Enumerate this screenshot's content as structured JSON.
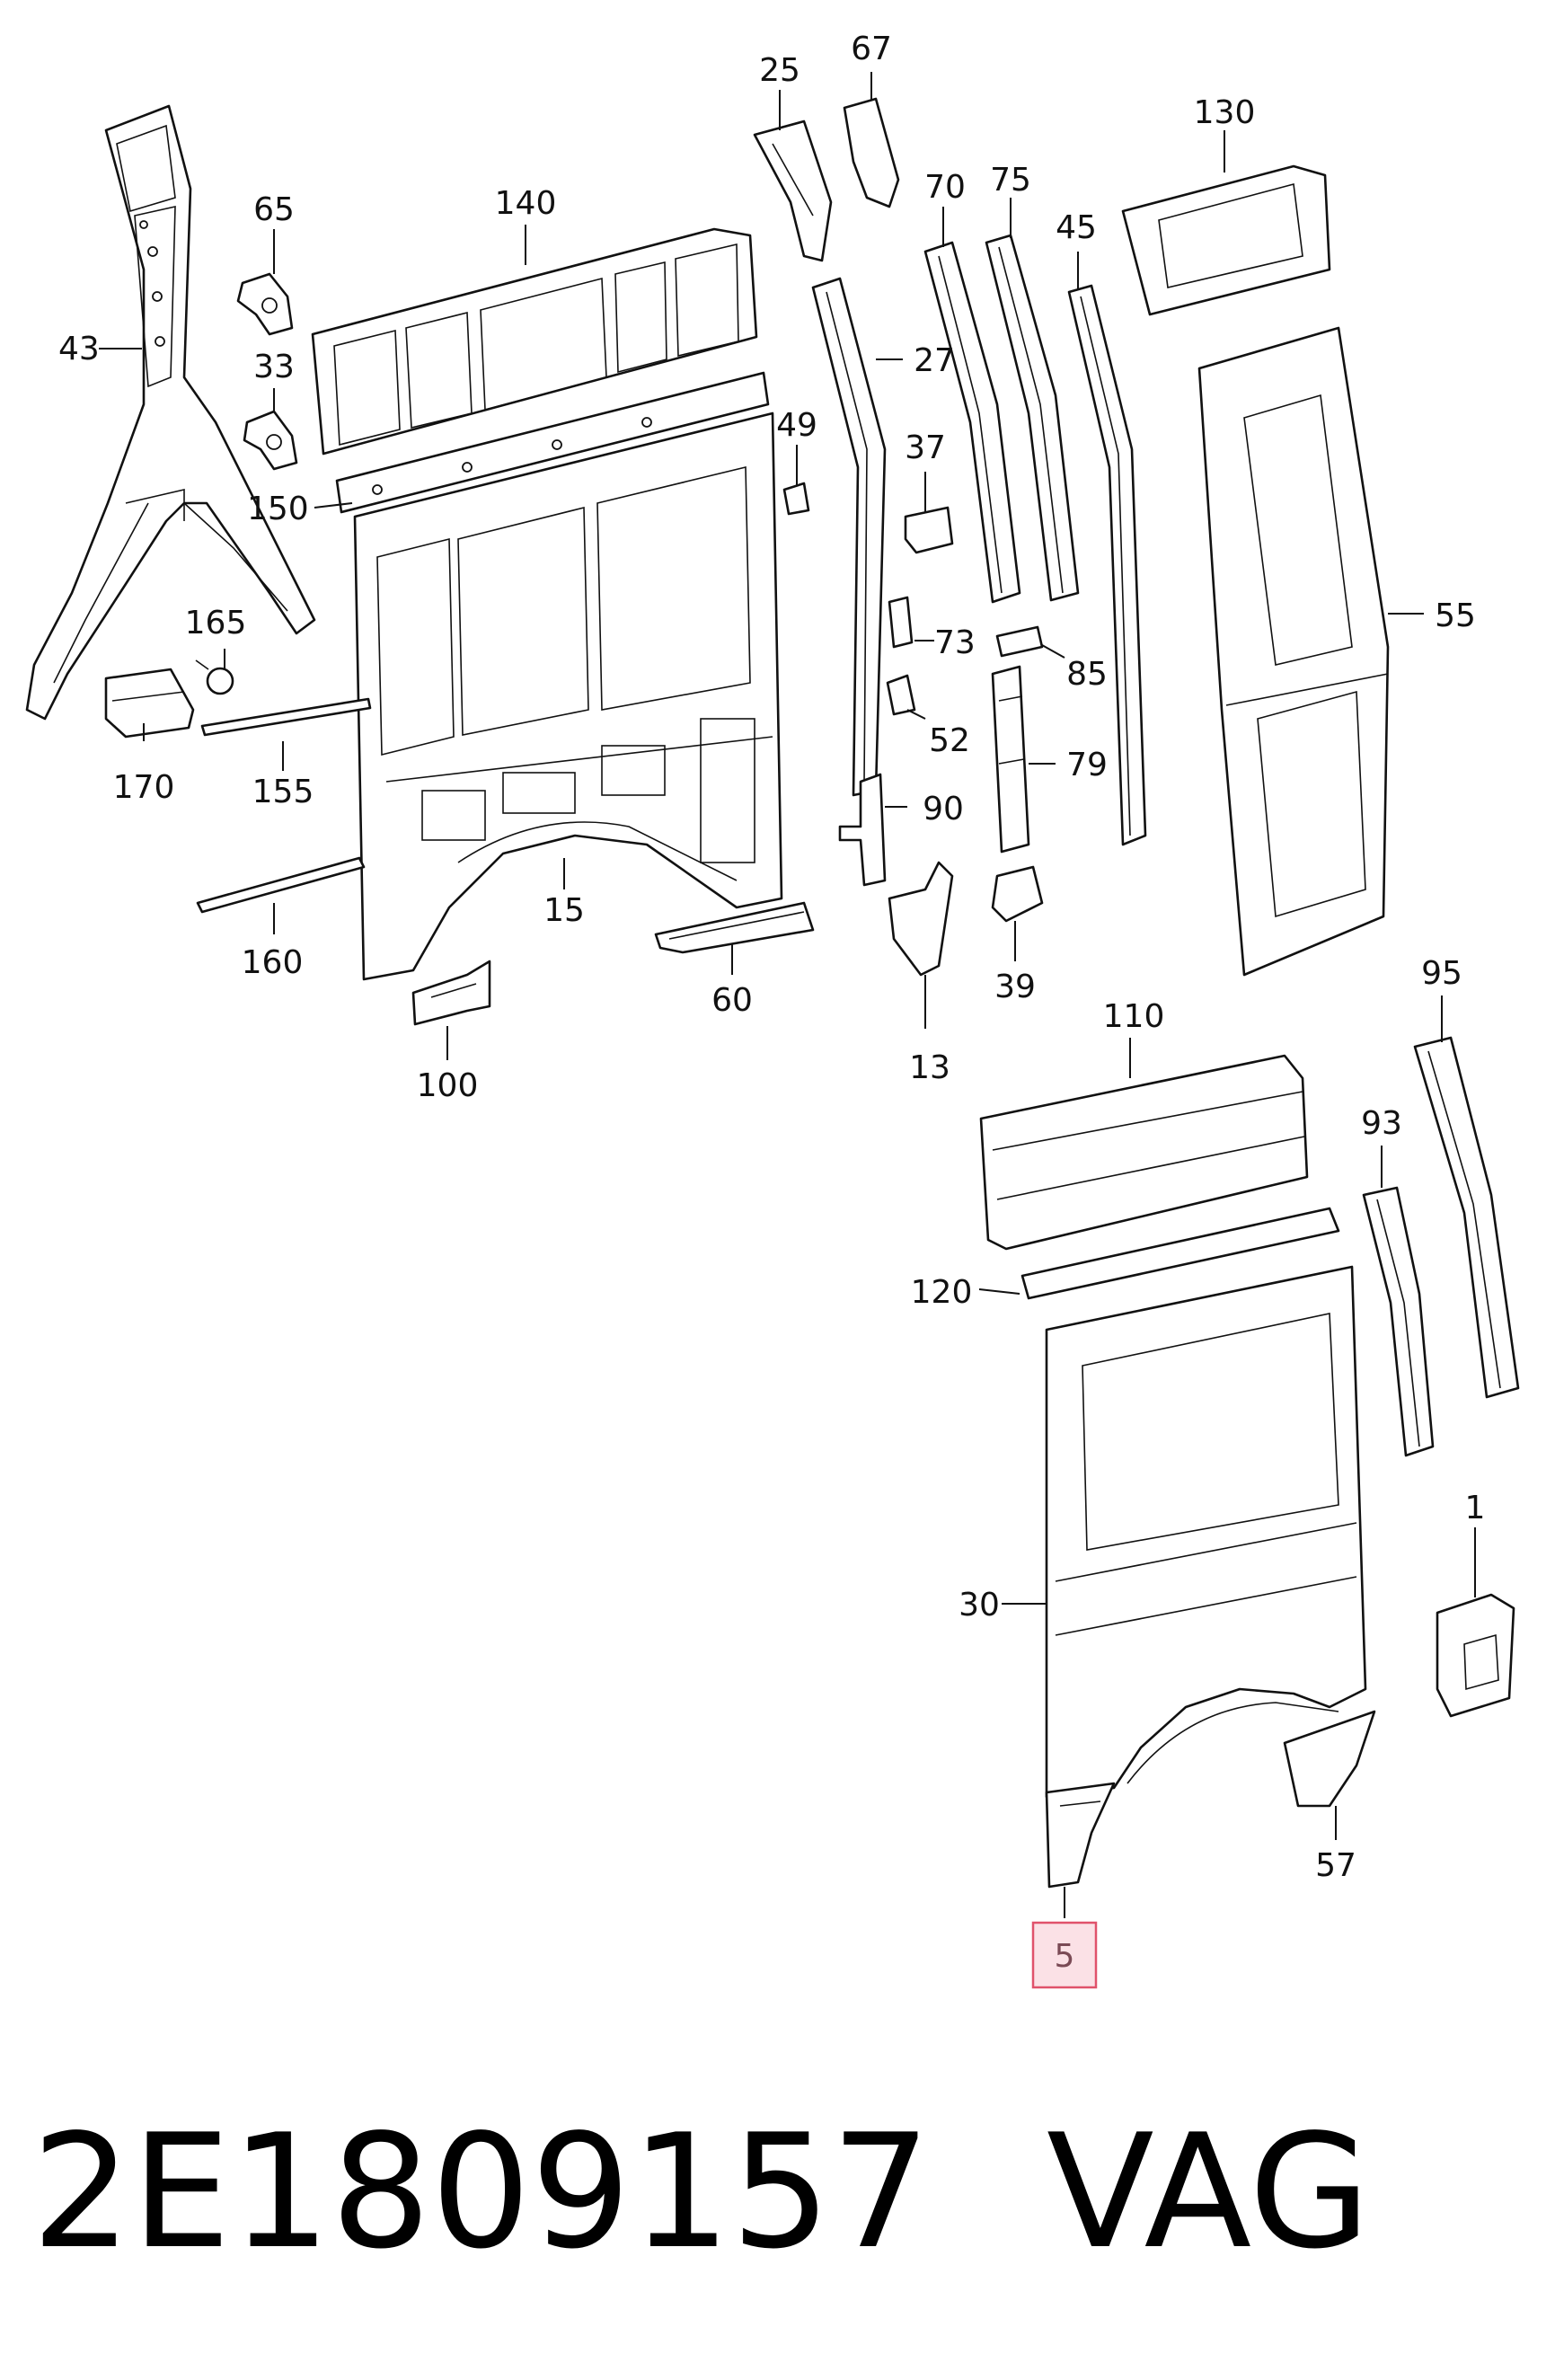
{
  "callouts": {
    "c1": "1",
    "c5": "5",
    "c13": "13",
    "c15": "15",
    "c25": "25",
    "c27": "27",
    "c30": "30",
    "c33": "33",
    "c37": "37",
    "c39": "39",
    "c43": "43",
    "c45": "45",
    "c49": "49",
    "c52": "52",
    "c55": "55",
    "c57": "57",
    "c60": "60",
    "c65": "65",
    "c67": "67",
    "c70": "70",
    "c73": "73",
    "c75": "75",
    "c79": "79",
    "c85": "85",
    "c90": "90",
    "c93": "93",
    "c95": "95",
    "c100": "100",
    "c110": "110",
    "c120": "120",
    "c130": "130",
    "c140": "140",
    "c150": "150",
    "c155": "155",
    "c160": "160",
    "c165": "165",
    "c170": "170"
  },
  "highlighted_callout": "5",
  "caption": {
    "part_number": "2E1809157",
    "brand": "VAG"
  },
  "colors": {
    "line": "#111111",
    "highlight_fill": "#fbe1e6",
    "highlight_border": "#e0526b"
  }
}
